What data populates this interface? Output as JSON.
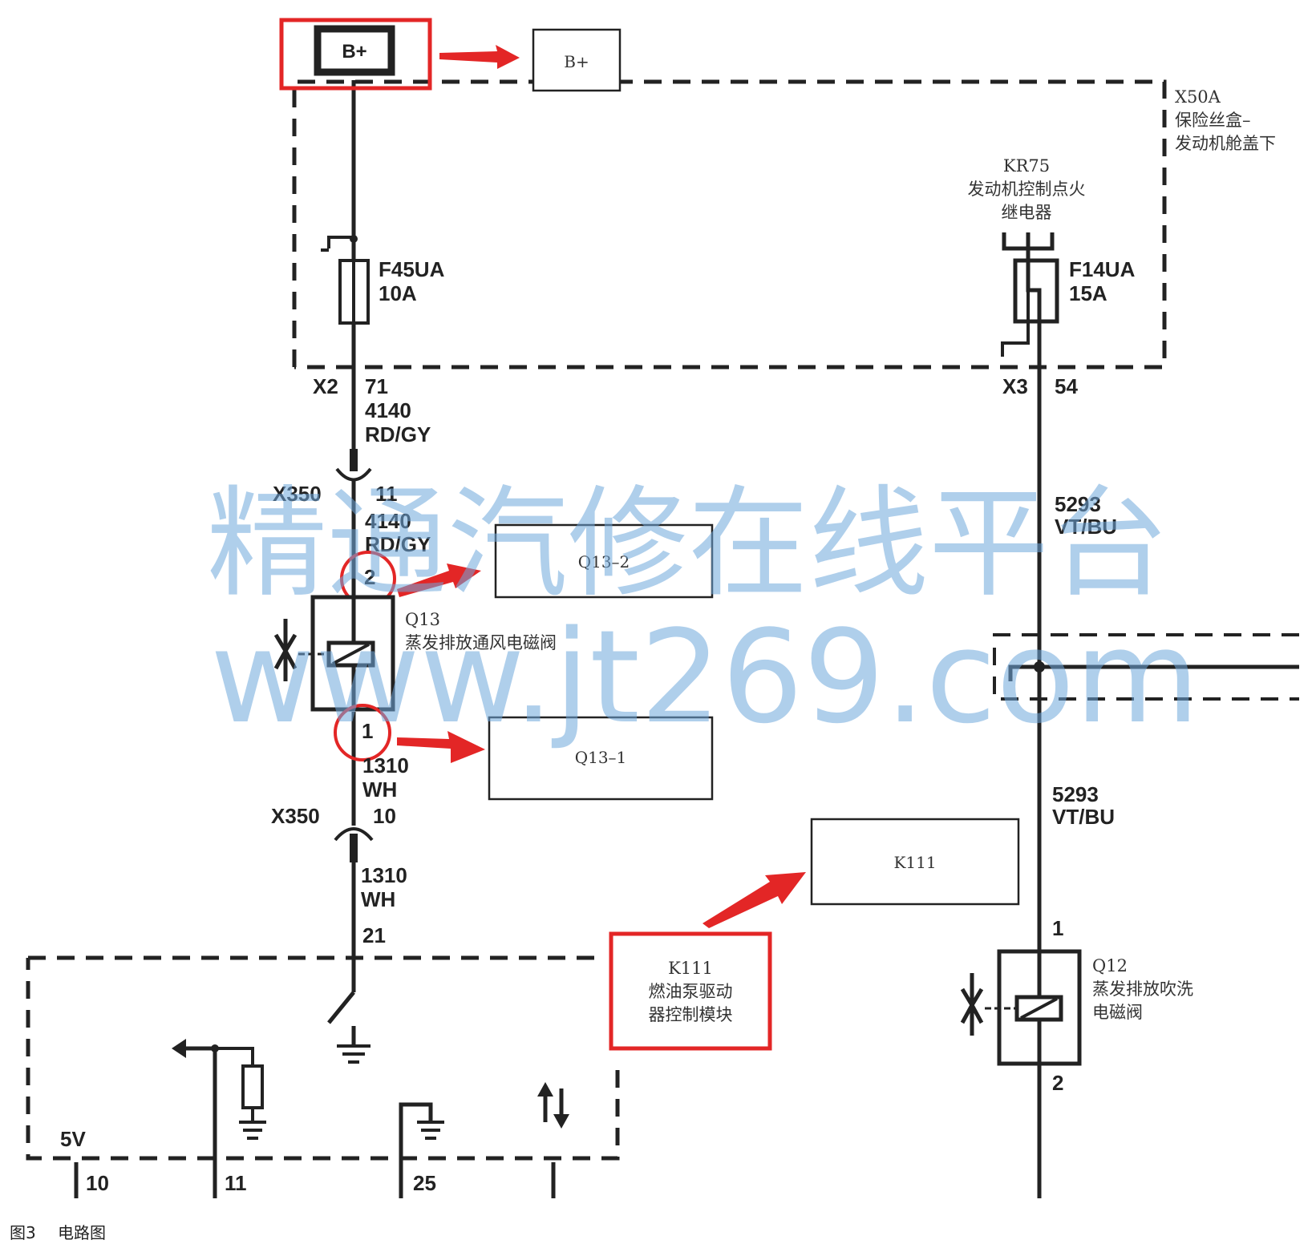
{
  "battery": {
    "label": "B+",
    "callout": "B+"
  },
  "fuse_box": {
    "id": "X50A",
    "name_line1": "保险丝盒–",
    "name_line2": "发动机舱盖下"
  },
  "relay": {
    "id": "KR75",
    "name_line1": "发动机控制点火",
    "name_line2": "继电器"
  },
  "fuse_left": {
    "id": "F45UA",
    "rating": "10A"
  },
  "fuse_right": {
    "id": "F14UA",
    "rating": "15A"
  },
  "conn_x2": {
    "id": "X2",
    "pin": "71"
  },
  "conn_x3": {
    "id": "X3",
    "pin": "54"
  },
  "wire_4140": {
    "circuit": "4140",
    "color": "RD/GY"
  },
  "conn_x350_top": {
    "id": "X350",
    "pin": "11"
  },
  "wire_4140b": {
    "circuit": "4140",
    "color": "RD/GY"
  },
  "q13": {
    "pin_top": "2",
    "pin_bottom": "1",
    "id": "Q13",
    "name": "蒸发排放通风电磁阀",
    "callout_top": "Q13–2",
    "callout_bottom": "Q13–1"
  },
  "wire_1310a": {
    "circuit": "1310",
    "color": "WH"
  },
  "conn_x350_bot": {
    "id": "X350",
    "pin": "10"
  },
  "wire_1310b": {
    "circuit": "1310",
    "color": "WH"
  },
  "k111_pin": "21",
  "k111": {
    "callout": "K111",
    "id": "K111",
    "name_line1": "燃油泵驱动",
    "name_line2": "器控制模块"
  },
  "wire_5293a": {
    "circuit": "5293",
    "color": "VT/BU"
  },
  "wire_5293b": {
    "circuit": "5293",
    "color": "VT/BU"
  },
  "q12": {
    "pin_top": "1",
    "pin_bottom": "2",
    "id": "Q12",
    "name_line1": "蒸发排放吹洗",
    "name_line2": "电磁阀"
  },
  "module_pins": {
    "v5": "5V",
    "p10": "10",
    "p11": "11",
    "p25": "25"
  },
  "watermark": {
    "line1": "精通汽修在线平台",
    "line2": "www.jt269.com"
  },
  "caption": {
    "fig": "图3",
    "title": "电路图"
  },
  "colors": {
    "highlight": "#e32626",
    "watermark": "#6fa8dc",
    "line": "#222222"
  }
}
